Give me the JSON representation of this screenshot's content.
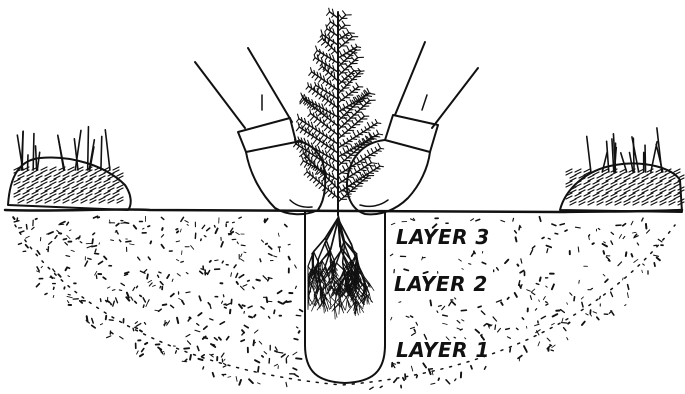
{
  "labels": {
    "layer3": "LAYER 3",
    "layer2": "LAYER 2",
    "layer1": "LAYER 1"
  },
  "colors": {
    "ink": "#111111",
    "background": "#ffffff"
  }
}
